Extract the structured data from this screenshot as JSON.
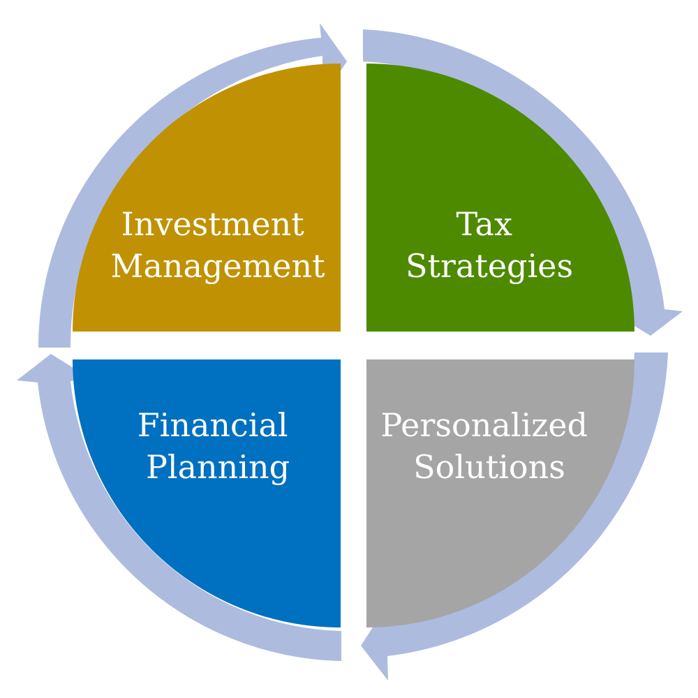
{
  "colors": {
    "background": "#ffffff",
    "ring": "#adbbdf",
    "investment": "#c09102",
    "tax": "#4d8a00",
    "financial": "#0070c0",
    "personalized": "#a5a5a5"
  },
  "quadrants": [
    {
      "id": "investment",
      "lines": [
        "Investment",
        "Management"
      ]
    },
    {
      "id": "tax",
      "lines": [
        "Tax",
        "Strategies"
      ]
    },
    {
      "id": "personalized",
      "lines": [
        "Personalized",
        "Solutions"
      ]
    },
    {
      "id": "financial",
      "lines": [
        "Financial",
        "Planning"
      ]
    }
  ]
}
